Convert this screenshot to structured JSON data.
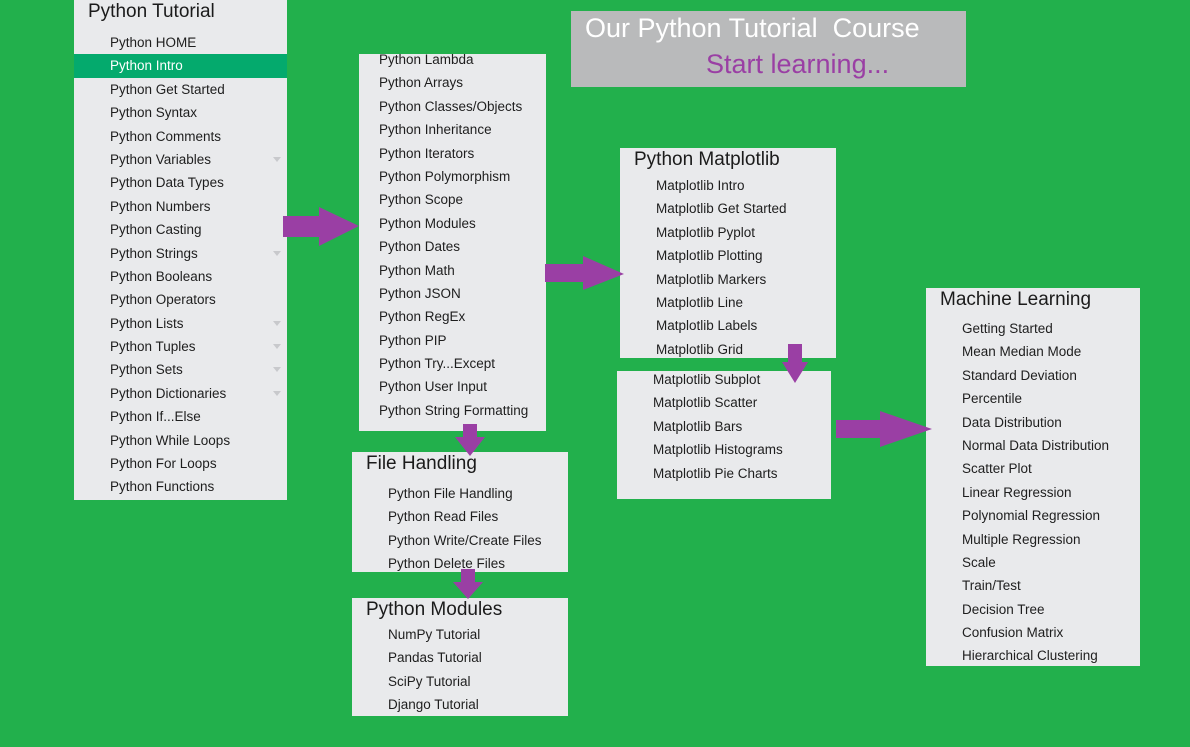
{
  "colors": {
    "background": "#22b04c",
    "panel": "#e9eaec",
    "active": "#04aa6d",
    "arrow": "#9a3fa4",
    "title_line2": "#9a3fa4"
  },
  "title": {
    "line1": "Our Python Tutorial  Course",
    "line2": "Start learning..."
  },
  "tutorial": {
    "heading": "Python Tutorial",
    "items": [
      {
        "label": "Python HOME"
      },
      {
        "label": "Python Intro"
      },
      {
        "label": "Python Get Started"
      },
      {
        "label": "Python Syntax"
      },
      {
        "label": "Python Comments"
      },
      {
        "label": "Python Variables"
      },
      {
        "label": "Python Data Types"
      },
      {
        "label": "Python Numbers"
      },
      {
        "label": "Python Casting"
      },
      {
        "label": "Python Strings"
      },
      {
        "label": "Python Booleans"
      },
      {
        "label": "Python Operators"
      },
      {
        "label": "Python Lists"
      },
      {
        "label": "Python Tuples"
      },
      {
        "label": "Python Sets"
      },
      {
        "label": "Python Dictionaries"
      },
      {
        "label": "Python If...Else"
      },
      {
        "label": "Python While Loops"
      },
      {
        "label": "Python For Loops"
      },
      {
        "label": "Python Functions"
      }
    ]
  },
  "advanced": {
    "items": [
      {
        "label": "Python Lambda"
      },
      {
        "label": "Python Arrays"
      },
      {
        "label": "Python Classes/Objects"
      },
      {
        "label": "Python Inheritance"
      },
      {
        "label": "Python Iterators"
      },
      {
        "label": "Python Polymorphism"
      },
      {
        "label": "Python Scope"
      },
      {
        "label": "Python Modules"
      },
      {
        "label": "Python Dates"
      },
      {
        "label": "Python Math"
      },
      {
        "label": "Python JSON"
      },
      {
        "label": "Python RegEx"
      },
      {
        "label": "Python PIP"
      },
      {
        "label": "Python Try...Except"
      },
      {
        "label": "Python User Input"
      },
      {
        "label": "Python String Formatting"
      }
    ]
  },
  "file_handling": {
    "heading": "File Handling",
    "items": [
      {
        "label": "Python File Handling"
      },
      {
        "label": "Python Read Files"
      },
      {
        "label": "Python Write/Create Files"
      },
      {
        "label": "Python Delete Files"
      }
    ]
  },
  "modules": {
    "heading": "Python Modules",
    "items": [
      {
        "label": "NumPy Tutorial"
      },
      {
        "label": "Pandas Tutorial"
      },
      {
        "label": "SciPy Tutorial"
      },
      {
        "label": "Django Tutorial"
      }
    ]
  },
  "matplotlib": {
    "heading": "Python Matplotlib",
    "items": [
      {
        "label": "Matplotlib Intro"
      },
      {
        "label": "Matplotlib Get Started"
      },
      {
        "label": "Matplotlib Pyplot"
      },
      {
        "label": "Matplotlib Plotting"
      },
      {
        "label": "Matplotlib Markers"
      },
      {
        "label": "Matplotlib Line"
      },
      {
        "label": "Matplotlib Labels"
      },
      {
        "label": "Matplotlib Grid"
      }
    ]
  },
  "matplotlib_more": {
    "items": [
      {
        "label": "Matplotlib Subplot"
      },
      {
        "label": "Matplotlib Scatter"
      },
      {
        "label": "Matplotlib Bars"
      },
      {
        "label": "Matplotlib Histograms"
      },
      {
        "label": "Matplotlib Pie Charts"
      }
    ]
  },
  "ml": {
    "heading": "Machine Learning",
    "items": [
      {
        "label": "Getting Started"
      },
      {
        "label": "Mean Median Mode"
      },
      {
        "label": "Standard Deviation"
      },
      {
        "label": "Percentile"
      },
      {
        "label": "Data Distribution"
      },
      {
        "label": "Normal Data Distribution"
      },
      {
        "label": "Scatter Plot"
      },
      {
        "label": "Linear Regression"
      },
      {
        "label": "Polynomial Regression"
      },
      {
        "label": "Multiple Regression"
      },
      {
        "label": "Scale"
      },
      {
        "label": "Train/Test"
      },
      {
        "label": "Decision Tree"
      },
      {
        "label": "Confusion Matrix"
      },
      {
        "label": "Hierarchical Clustering"
      }
    ]
  }
}
